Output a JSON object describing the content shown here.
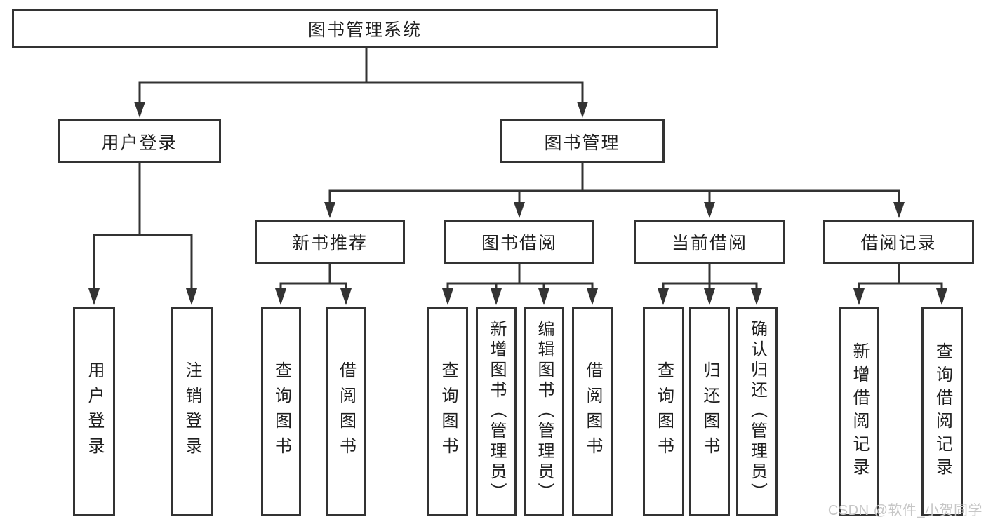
{
  "tree": {
    "root": {
      "label": "图书管理系统",
      "children": [
        {
          "label": "用户登录",
          "children": [
            {
              "label": "用户登录"
            },
            {
              "label": "注销登录"
            }
          ]
        },
        {
          "label": "图书管理",
          "children": [
            {
              "label": "新书推荐",
              "children": [
                {
                  "label": "查询图书"
                },
                {
                  "label": "借阅图书"
                }
              ]
            },
            {
              "label": "图书借阅",
              "children": [
                {
                  "label": "查询图书"
                },
                {
                  "label": "新增图书（管理员）"
                },
                {
                  "label": "编辑图书（管理员）"
                },
                {
                  "label": "借阅图书"
                }
              ]
            },
            {
              "label": "当前借阅",
              "children": [
                {
                  "label": "查询图书"
                },
                {
                  "label": "归还图书"
                },
                {
                  "label": "确认归还（管理员）"
                }
              ]
            },
            {
              "label": "借阅记录",
              "children": [
                {
                  "label": "新增借阅记录"
                },
                {
                  "label": "查询借阅记录"
                }
              ]
            }
          ]
        }
      ]
    }
  },
  "watermark": {
    "text": "CSDN @软件_小贺同学"
  },
  "colors": {
    "line": "#333333",
    "box_border": "#333333",
    "text": "#1f1f1f",
    "watermark": "#c6c6c6",
    "background": "#ffffff"
  }
}
